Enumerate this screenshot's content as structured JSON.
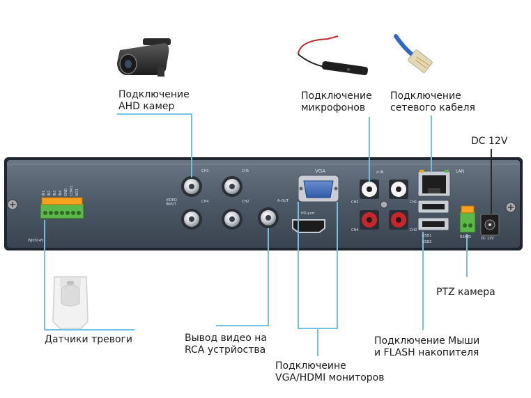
{
  "labels": {
    "ahd": [
      "Подключение",
      "AHD камер"
    ],
    "mic": [
      "Подключение",
      "микрофонов"
    ],
    "lan": [
      "Подключение",
      "сетевого кабеля"
    ],
    "dc": "DC 12V",
    "ptz": "PTZ камера",
    "alarm": "Датчики тревоги",
    "rca": [
      "Вывод видео на",
      "RCA устрйоства"
    ],
    "vga": [
      "Подключеине",
      "VGA/HDMI мониторов"
    ],
    "usb": [
      "Подключение Мыши",
      "и FLASH накопителя"
    ]
  },
  "panel": {
    "ch5": "CH3",
    "ch1": "CH1",
    "ch4": "CH4",
    "ch2": "CH2",
    "video_input": "VIDEO INPUT",
    "a_out": "A-OUT",
    "vga": "VGA",
    "hd_port": "HD-port",
    "a_in": "A-IN",
    "ain_ch3": "CH3",
    "ain_ch1": "CH1",
    "ain_ch4": "CH4",
    "ain_ch2": "CH2",
    "lan": "LAN",
    "usb1": "USB1",
    "usb2": "USB2",
    "rs485": "RS485",
    "dc12v": "DC 12V",
    "model": "WJ00145",
    "alarm_pins": [
      "IN1",
      "IN2",
      "IN3",
      "IN4",
      "GND",
      "COM1",
      "NO1"
    ]
  },
  "colors": {
    "leader": "#6ec3e0",
    "panel": "#4f5b69",
    "panel_dark": "#2f3945",
    "terminal_green": "#5bb849",
    "terminal_orange": "#f6a21d",
    "rca_red": "#c9262c"
  }
}
